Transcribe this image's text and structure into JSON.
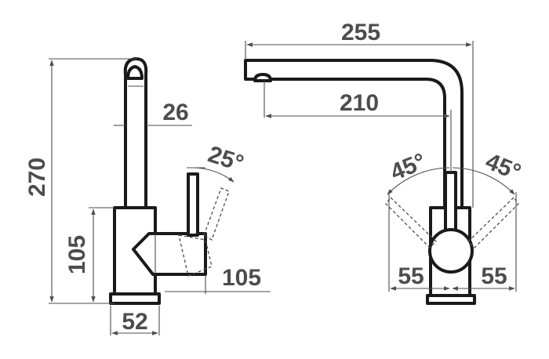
{
  "side_view": {
    "dimensions": {
      "total_height": "270",
      "body_height": "105",
      "spout_width": "26",
      "lever_angle": "25°",
      "lever_reach": "105",
      "base_width": "52"
    }
  },
  "front_view": {
    "dimensions": {
      "spout_length": "255",
      "spout_reach": "210",
      "left_angle": "45°",
      "right_angle": "45°",
      "left_offset": "55",
      "right_offset": "55"
    }
  },
  "colors": {
    "outline": "#1a1a1a",
    "dimension": "#4d4d4d",
    "background": "#ffffff"
  }
}
